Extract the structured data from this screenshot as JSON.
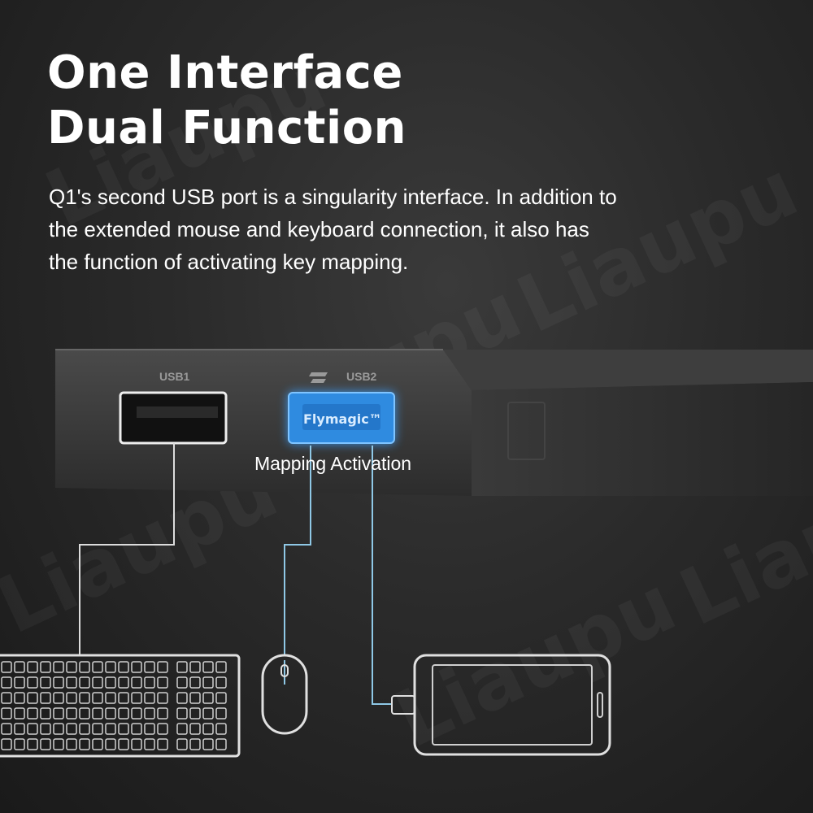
{
  "headline": {
    "line1": "One Interface",
    "line2": "Dual Function"
  },
  "description": {
    "line1": "Q1's second USB port is a singularity interface. In addition to",
    "line2": "the extended mouse and keyboard connection, it also has",
    "line3": "the function of activating key mapping."
  },
  "device": {
    "port1_label": "USB1",
    "port2_label": "USB2",
    "port2_brand": "Flymagic™",
    "callout": "Mapping Activation"
  },
  "watermark": "Liaupu",
  "colors": {
    "background": "#2a2a2a",
    "accent_glow": "#3aa0ff",
    "cable": "#8fc8e6",
    "outline": "#d8d8d8"
  },
  "icons": [
    "keyboard-icon",
    "mouse-icon",
    "phone-icon"
  ]
}
